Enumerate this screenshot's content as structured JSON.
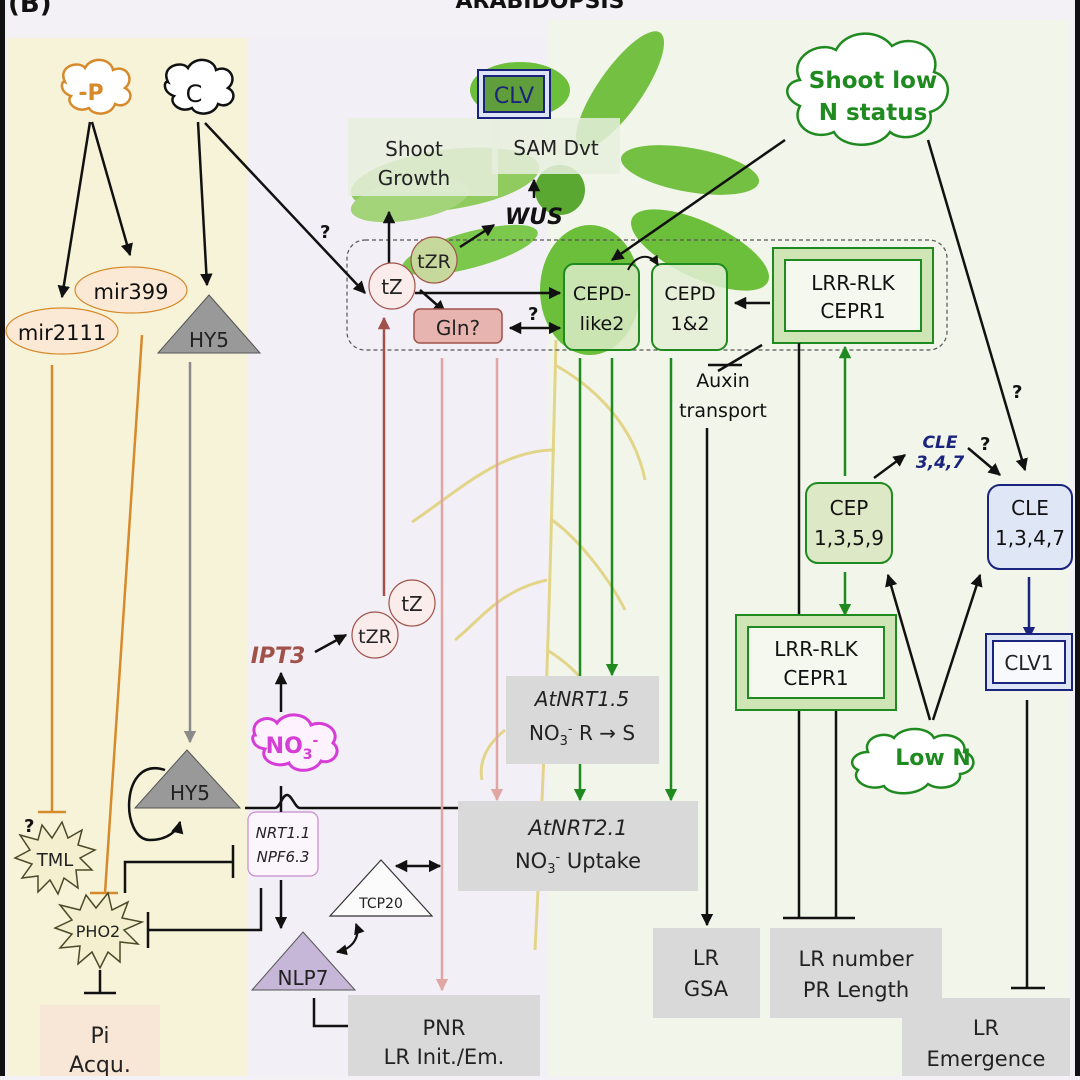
{
  "panel_label": "(B)",
  "title": "ARABIDOPSIS",
  "colors": {
    "phosphate_zone": "#f6f3d9",
    "cytokinin_zone": "#f3eff7",
    "nitrogen_zone": "#f2f5e9",
    "orange_line": "#d68a2c",
    "grey_line": "#8a8a8a",
    "cytokinin_line": "#a0524a",
    "pink_line": "#e0a6a2",
    "green_line": "#1f8a1f",
    "blue_line": "#1a237e",
    "nitrate": "#d63cd6",
    "root": "#e2d58a",
    "plant_green": "#6cbf3a",
    "output_box": "#d9d9d9"
  },
  "nodes": {
    "minus_p": "-P",
    "carbon": "C",
    "mir399": "mir399",
    "mir2111": "mir2111",
    "hy5_top": "HY5",
    "hy5_bottom": "HY5",
    "tml": "TML",
    "pho2": "PHO2",
    "pi_acqu_line1": "Pi",
    "pi_acqu_line2": "Acqu.",
    "clv": "CLV",
    "shoot_growth_line1": "Shoot",
    "shoot_growth_line2": "Growth",
    "sam_dvt": "SAM Dvt",
    "wus": "WUS",
    "tz_shoot": "tZ",
    "tzr_shoot": "tZR",
    "gln": "Gln?",
    "cepd_like2_line1": "CEPD-",
    "cepd_like2_line2": "like2",
    "cepd12_line1": "CEPD",
    "cepd12_line2": "1&2",
    "cepr1_top_line1": "LRR-RLK",
    "cepr1_top_line2": "CEPR1",
    "shoot_low_n_line1": "Shoot low",
    "shoot_low_n_line2": "N status",
    "auxin_line1": "Auxin",
    "auxin_line2": "transport",
    "cle347_line1": "CLE",
    "cle347_line2": "3,4,7",
    "cep_line1": "CEP",
    "cep_line2": "1,3,5,9",
    "cle1347_line1": "CLE",
    "cle1347_line2": "1,3,4,7",
    "cepr1_bottom_line1": "LRR-RLK",
    "cepr1_bottom_line2": "CEPR1",
    "clv1": "CLV1",
    "low_n": "Low N",
    "tz_root": "tZ",
    "tzr_root": "tZR",
    "ipt3": "IPT3",
    "no3": "NO",
    "no3_sub": "3",
    "no3_sup": "-",
    "nrt11_line1": "NRT1.1",
    "nrt11_line2": "NPF6.3",
    "tcp20": "TCP20",
    "nlp7": "NLP7",
    "atnrt15_line1": "AtNRT1.5",
    "atnrt15_line2_prefix": "NO",
    "atnrt15_line2_sub": "3",
    "atnrt15_line2_sup": "-",
    "atnrt15_line2_suffix": " R → S",
    "atnrt21_line1": "AtNRT2.1",
    "atnrt21_line2_prefix": "NO",
    "atnrt21_line2_sub": "3",
    "atnrt21_line2_sup": "-",
    "atnrt21_line2_suffix": " Uptake",
    "pnr_line1": "PNR",
    "pnr_line2": "LR Init./Em.",
    "lr_gsa_line1": "LR",
    "lr_gsa_line2": "GSA",
    "lr_number_line1": "LR number",
    "lr_number_line2": "PR Length",
    "lr_emergence_line1": "LR",
    "lr_emergence_line2": "Emergence"
  },
  "question_marks": {
    "c_to_tz": "?",
    "gln_cepd": "?",
    "tml": "?",
    "shoot_to_cle": "?",
    "cle347_to_cle": "?"
  }
}
